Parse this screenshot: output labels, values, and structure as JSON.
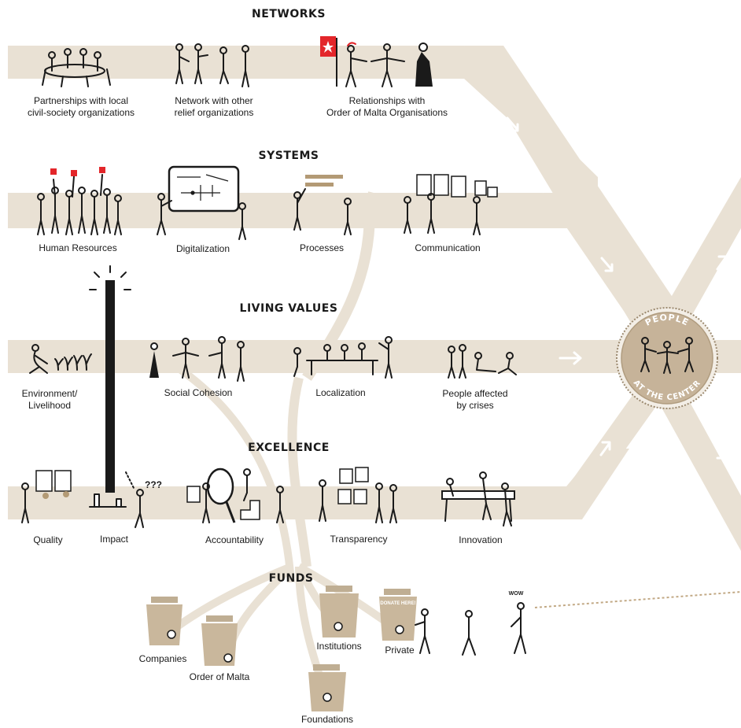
{
  "colors": {
    "road": "#e9e1d4",
    "road_dark": "#d8ccb7",
    "jar": "#c9b79c",
    "jar_lid": "#bfae93",
    "ink": "#1a1a1a",
    "accent_red": "#e3262a",
    "badge": "#c6b399",
    "badge_ring": "#9c8a70"
  },
  "sections": {
    "networks": {
      "title": "NETWORKS",
      "items": [
        "Partnerships with local\ncivil-society organizations",
        "Network with other\nrelief organizations",
        "Relationships with\nOrder of Malta Organisations"
      ]
    },
    "systems": {
      "title": "SYSTEMS",
      "items": [
        "Human Resources",
        "Digitalization",
        "Processes",
        "Communication"
      ]
    },
    "living_values": {
      "title": "LIVING VALUES",
      "items": [
        "Environment/\nLivelihood",
        "Social Cohesion",
        "Localization",
        "People affected\nby crises"
      ]
    },
    "excellence": {
      "title": "EXCELLENCE",
      "items": [
        "Quality",
        "Impact",
        "Accountability",
        "Transparency",
        "Innovation"
      ]
    },
    "funds": {
      "title": "FUNDS",
      "items": [
        "Companies",
        "Order of Malta",
        "Institutions",
        "Private",
        "Foundations"
      ]
    }
  },
  "center_badge": {
    "top": "PEOPLE",
    "bottom": "AT THE CENTER"
  },
  "handwritten": {
    "donate": "DONATE HERE!",
    "wow": "WOW",
    "puzzled": "???"
  },
  "icons": [
    "arrow-icon",
    "flag-icon",
    "whiteboard-icon",
    "magnifier-icon",
    "jar-icon",
    "person-icon"
  ]
}
